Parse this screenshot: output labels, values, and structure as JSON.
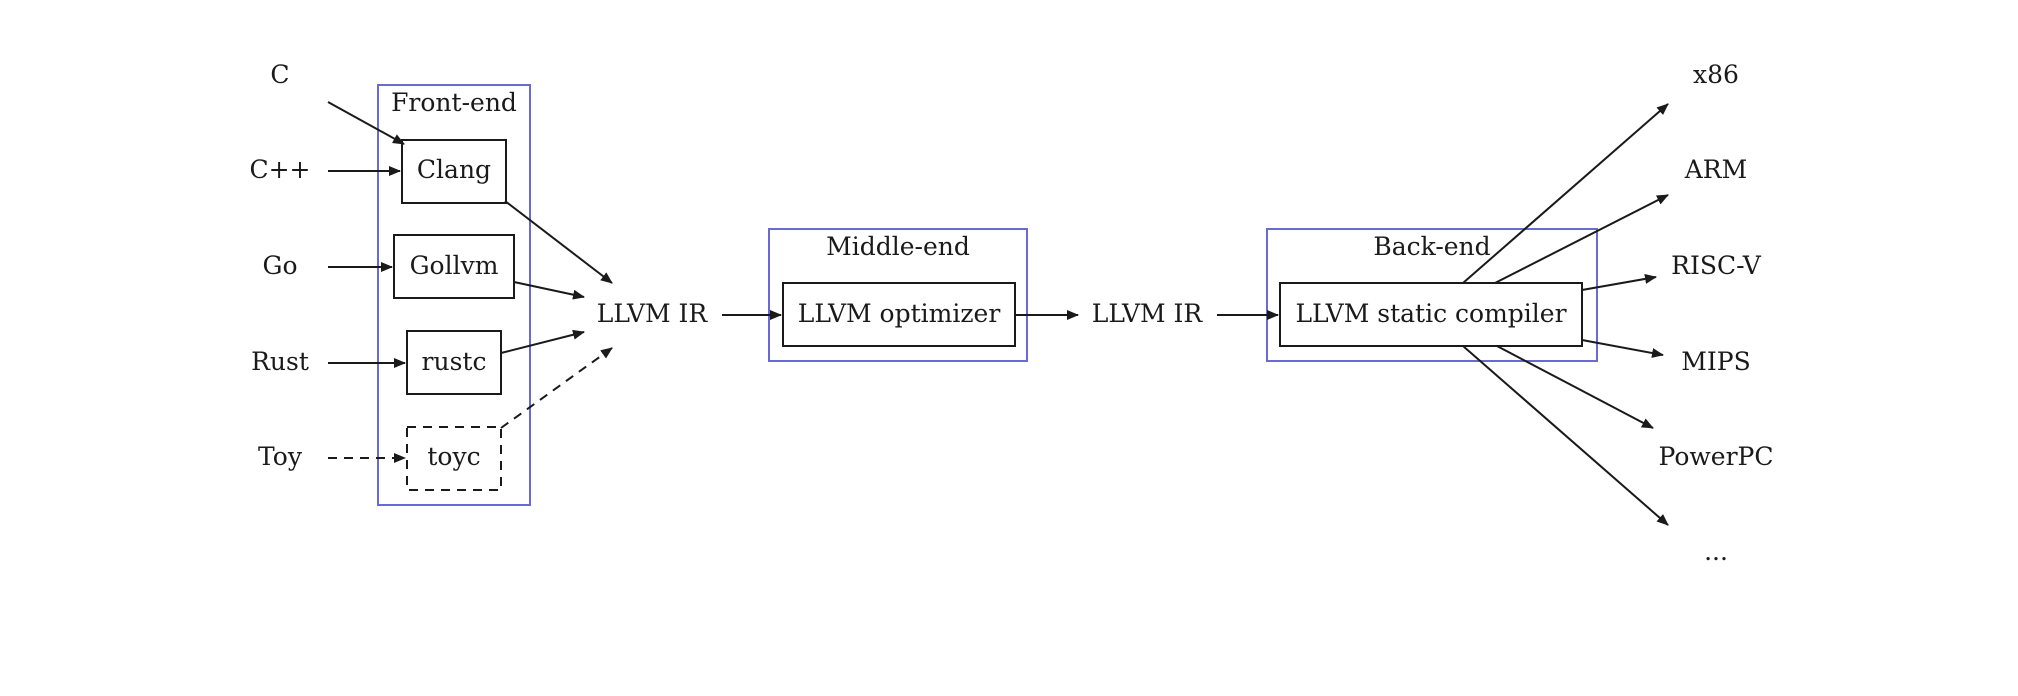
{
  "inputs": {
    "c": "C",
    "cpp": "C++",
    "go": "Go",
    "rust": "Rust",
    "toy": "Toy"
  },
  "frontend": {
    "title": "Front-end",
    "clang": "Clang",
    "gollvm": "Gollvm",
    "rustc": "rustc",
    "toyc": "toyc"
  },
  "ir_1": "LLVM IR",
  "middleend": {
    "title": "Middle-end",
    "optimizer": "LLVM optimizer"
  },
  "ir_2": "LLVM IR",
  "backend": {
    "title": "Back-end",
    "compiler": "LLVM static compiler"
  },
  "targets": {
    "x86": "x86",
    "arm": "ARM",
    "riscv": "RISC-V",
    "mips": "MIPS",
    "powerpc": "PowerPC",
    "more": "..."
  },
  "colors": {
    "cluster_border": "#6a6ad6",
    "stroke": "#1a1a1a"
  }
}
